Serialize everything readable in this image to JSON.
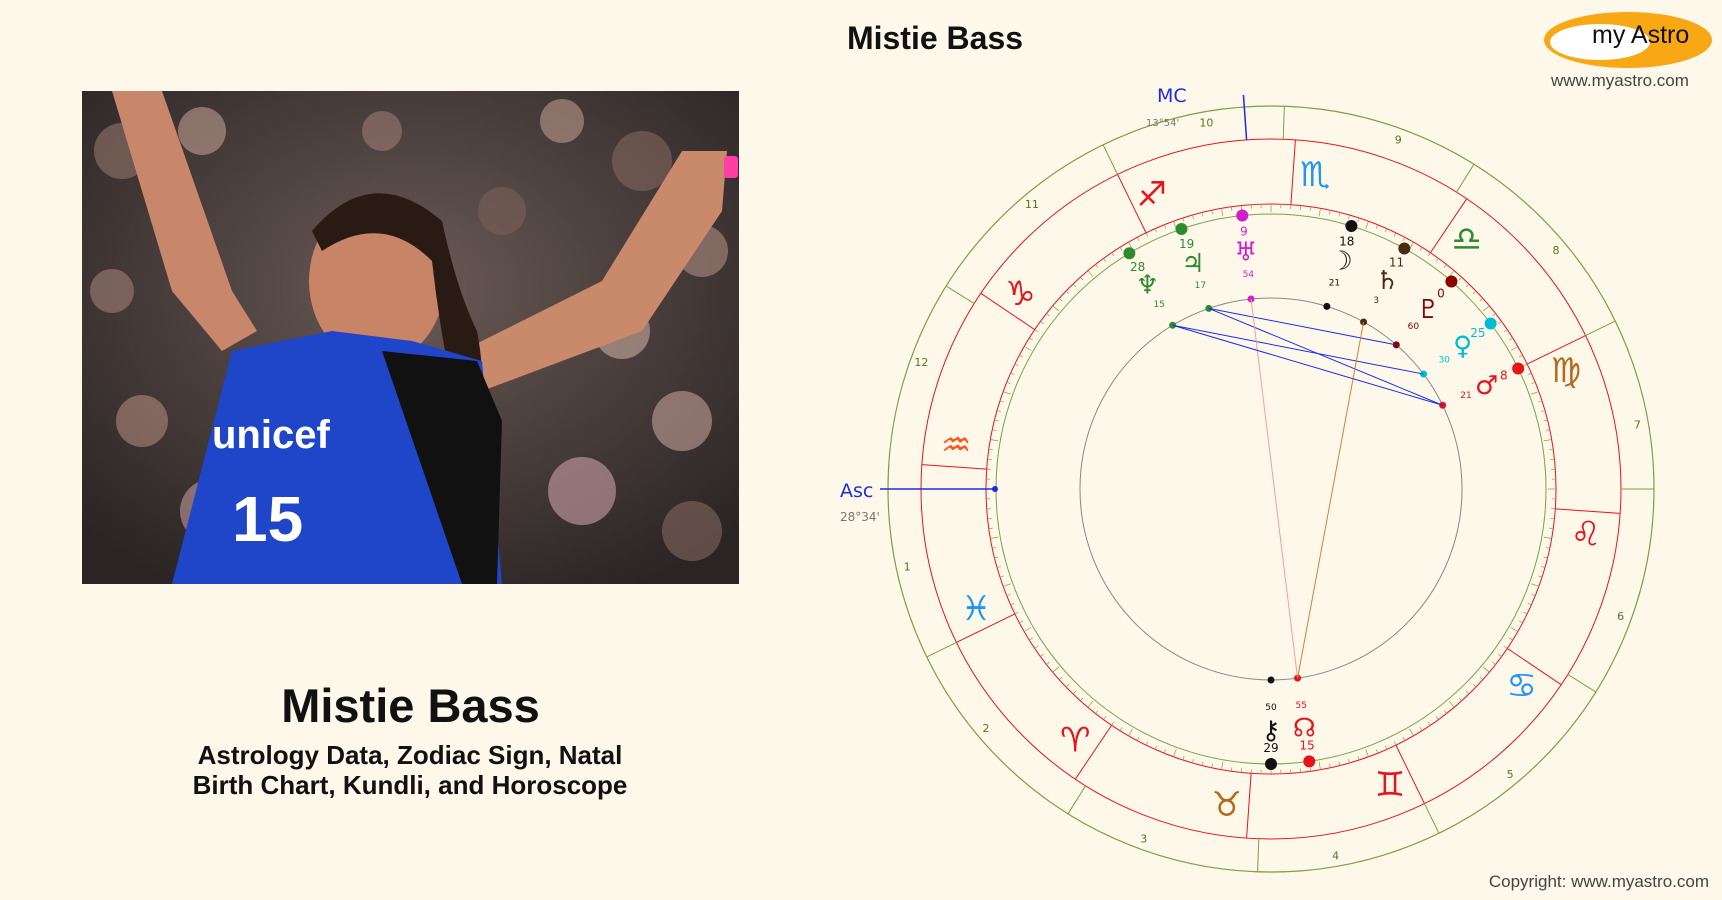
{
  "page": {
    "person_name": "Mistie Bass",
    "subtitle_line1": "Astrology Data, Zodiac Sign, Natal",
    "subtitle_line2": "Birth Chart, Kundli, and Horoscope",
    "chart_title": "Mistie Bass"
  },
  "photo": {
    "jersey_text": "unicef",
    "jersey_number": "15"
  },
  "brand": {
    "logo_text": "my Astro",
    "url": "www.myastro.com",
    "copyright": "Copyright: www.myastro.com",
    "logo_color": "#f7a814"
  },
  "chart": {
    "mc_label": "MC",
    "mc_degree": "13°54'",
    "asc_label": "Asc",
    "asc_degree": "28°34'",
    "house_numbers": [
      "1",
      "2",
      "3",
      "4",
      "5",
      "6",
      "7",
      "8",
      "9",
      "10",
      "11",
      "12"
    ],
    "sign_glyphs": [
      "♓",
      "♈",
      "♉",
      "♊",
      "♋",
      "♌",
      "♍",
      "♎",
      "♏",
      "♐",
      "♑",
      "♒"
    ],
    "sign_colors": [
      "#2196f3",
      "#e8141c",
      "#b36a1d",
      "#e8141c",
      "#2196f3",
      "#e8141c",
      "#b36a1d",
      "#2e8b2e",
      "#2196f3",
      "#e8141c",
      "#e8141c",
      "#ff5722"
    ],
    "planets": [
      {
        "name": "Moon",
        "glyph": "☽",
        "deg": "18",
        "min": "21",
        "color": "#111111"
      },
      {
        "name": "Saturn",
        "glyph": "♄",
        "deg": "11",
        "min": "3",
        "color": "#4a2a10"
      },
      {
        "name": "Pluto",
        "glyph": "♇",
        "deg": "0",
        "min": "60",
        "color": "#8b0000"
      },
      {
        "name": "Venus",
        "glyph": "♀",
        "deg": "25",
        "min": "30",
        "color": "#00bcd4"
      },
      {
        "name": "Mars",
        "glyph": "♂",
        "deg": "8",
        "min": "21",
        "color": "#e8141c"
      },
      {
        "name": "Uranus",
        "glyph": "♅",
        "deg": "9",
        "min": "54",
        "color": "#d41ec8"
      },
      {
        "name": "Jupiter",
        "glyph": "♃",
        "deg": "19",
        "min": "17",
        "color": "#2e8b2e"
      },
      {
        "name": "Neptune",
        "glyph": "♆",
        "deg": "28",
        "min": "15",
        "color": "#2e8b2e"
      },
      {
        "name": "Chiron",
        "glyph": "⚷",
        "deg": "29",
        "min": "50",
        "color": "#111111"
      },
      {
        "name": "North Node",
        "glyph": "☊",
        "deg": "15",
        "min": "55",
        "color": "#e8141c"
      }
    ]
  }
}
